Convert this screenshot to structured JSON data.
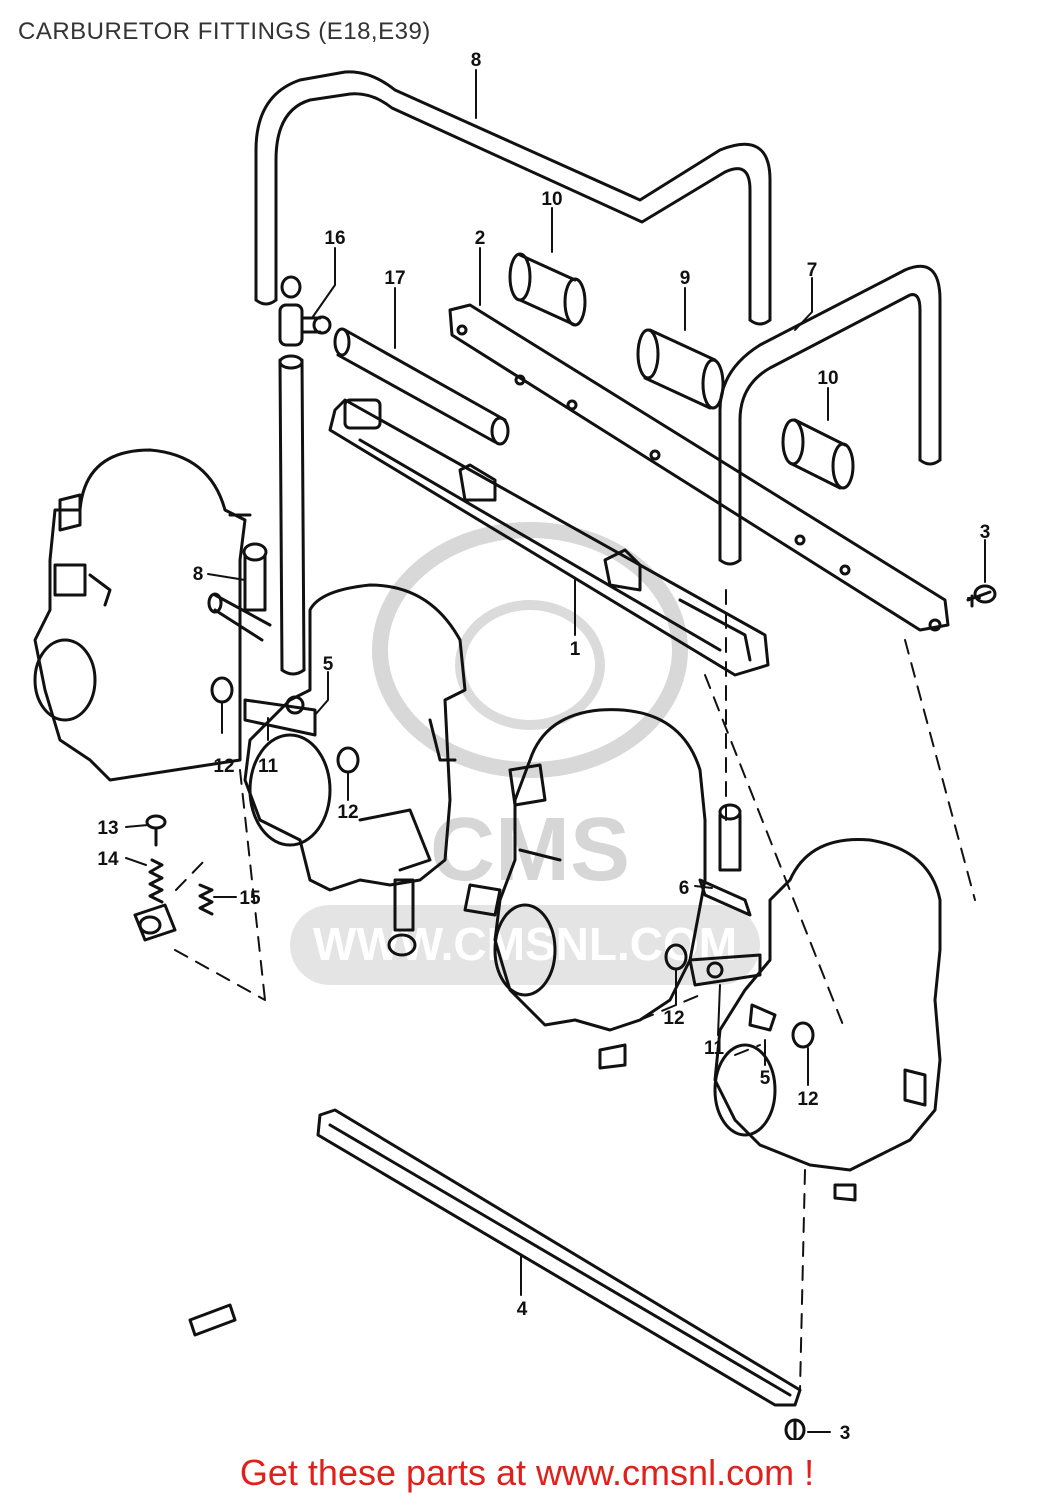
{
  "title": "CARBURETOR FITTINGS (E18,E39)",
  "footer": {
    "text": "Get these parts at www.cmsnl.com !"
  },
  "watermark": {
    "site": "WWW.CMSNL.COM",
    "brand": "CMS",
    "color": "#cccccc"
  },
  "colors": {
    "line": "#111111",
    "footer": "#e0201b",
    "title": "#333333"
  },
  "callouts": [
    {
      "id": "c8a",
      "label": "8"
    },
    {
      "id": "c10a",
      "label": "10"
    },
    {
      "id": "c2",
      "label": "2"
    },
    {
      "id": "c16",
      "label": "16"
    },
    {
      "id": "c17",
      "label": "17"
    },
    {
      "id": "c9",
      "label": "9"
    },
    {
      "id": "c7",
      "label": "7"
    },
    {
      "id": "c10b",
      "label": "10"
    },
    {
      "id": "c3a",
      "label": "3"
    },
    {
      "id": "c8b",
      "label": "8"
    },
    {
      "id": "c1",
      "label": "1"
    },
    {
      "id": "c5a",
      "label": "5"
    },
    {
      "id": "c12a",
      "label": "12"
    },
    {
      "id": "c11a",
      "label": "11"
    },
    {
      "id": "c12b",
      "label": "12"
    },
    {
      "id": "c13",
      "label": "13"
    },
    {
      "id": "c14",
      "label": "14"
    },
    {
      "id": "c15",
      "label": "15"
    },
    {
      "id": "c6",
      "label": "6"
    },
    {
      "id": "c12c",
      "label": "12"
    },
    {
      "id": "c11b",
      "label": "11"
    },
    {
      "id": "c5b",
      "label": "5"
    },
    {
      "id": "c12d",
      "label": "12"
    },
    {
      "id": "c4",
      "label": "4"
    },
    {
      "id": "c3b",
      "label": "3"
    }
  ]
}
